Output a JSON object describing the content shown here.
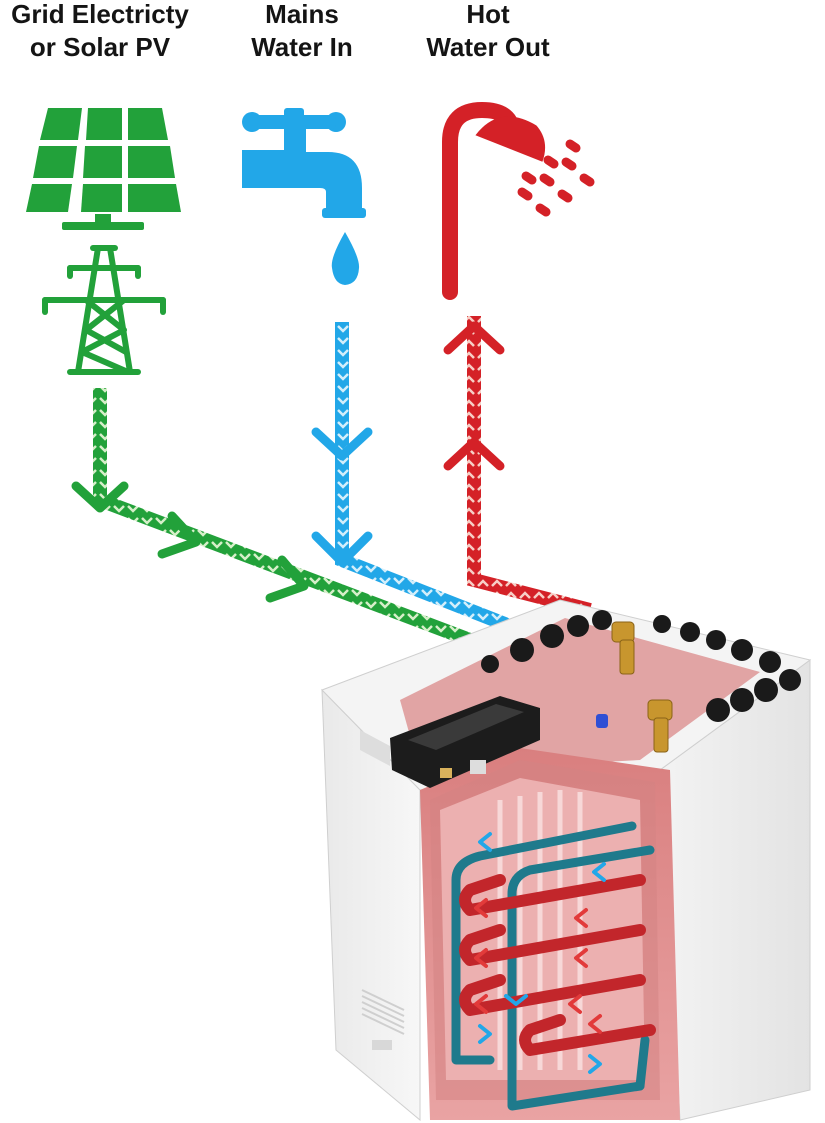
{
  "labels": {
    "grid": {
      "line1": "Grid Electricty",
      "line2": "or Solar PV"
    },
    "mains": {
      "line1": "Mains",
      "line2": "Water In"
    },
    "hot": {
      "line1": "Hot",
      "line2": "Water Out"
    }
  },
  "colors": {
    "electric": "#22a13a",
    "cold_water": "#22a7e8",
    "hot_water": "#d42127",
    "text": "#141414",
    "tank_interior": "#e89595",
    "coil": "#1f7a8c"
  },
  "icons": {
    "solar": "solar-panel-icon",
    "pylon": "power-pylon-icon",
    "tap": "water-tap-icon",
    "drop": "water-drop-icon",
    "shower": "shower-head-icon",
    "unit": "heat-battery-unit"
  }
}
